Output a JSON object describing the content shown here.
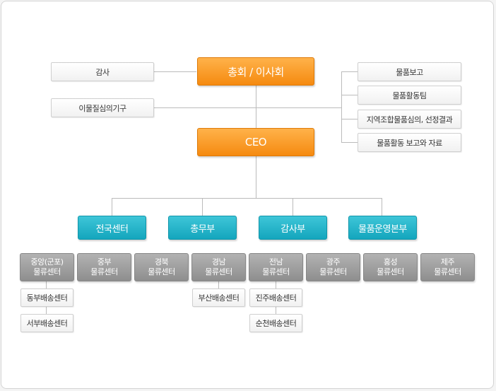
{
  "top": {
    "board": "총회 / 이사회",
    "audit": "감사",
    "committee": "이물질심의기구",
    "right_items": [
      "물품보고",
      "물품활동팀",
      "지역조합물품심의, 선정결과",
      "물품활동 보고와 자료"
    ]
  },
  "ceo": "CEO",
  "departments": [
    "전국센터",
    "총무부",
    "감사부",
    "물품운영본부"
  ],
  "logistics_centers": [
    {
      "line1": "중앙(군포)",
      "line2": "물류센터"
    },
    {
      "line1": "중부",
      "line2": "물류센터"
    },
    {
      "line1": "경북",
      "line2": "물류센터"
    },
    {
      "line1": "경남",
      "line2": "물류센터"
    },
    {
      "line1": "전남",
      "line2": "물류센터"
    },
    {
      "line1": "광주",
      "line2": "물류센터"
    },
    {
      "line1": "홍성",
      "line2": "물류센터"
    },
    {
      "line1": "제주",
      "line2": "물류센터"
    }
  ],
  "delivery_centers": {
    "central": [
      "동부배송센터",
      "서부배송센터"
    ],
    "gyeongnam": [
      "부산배송센터"
    ],
    "jeonnam": [
      "진주배송센터",
      "순천배송센터"
    ]
  },
  "colors": {
    "orange": "#f58a10",
    "teal": "#14a6bd",
    "gray": "#9e9e9e",
    "line": "#bbbbbb"
  }
}
